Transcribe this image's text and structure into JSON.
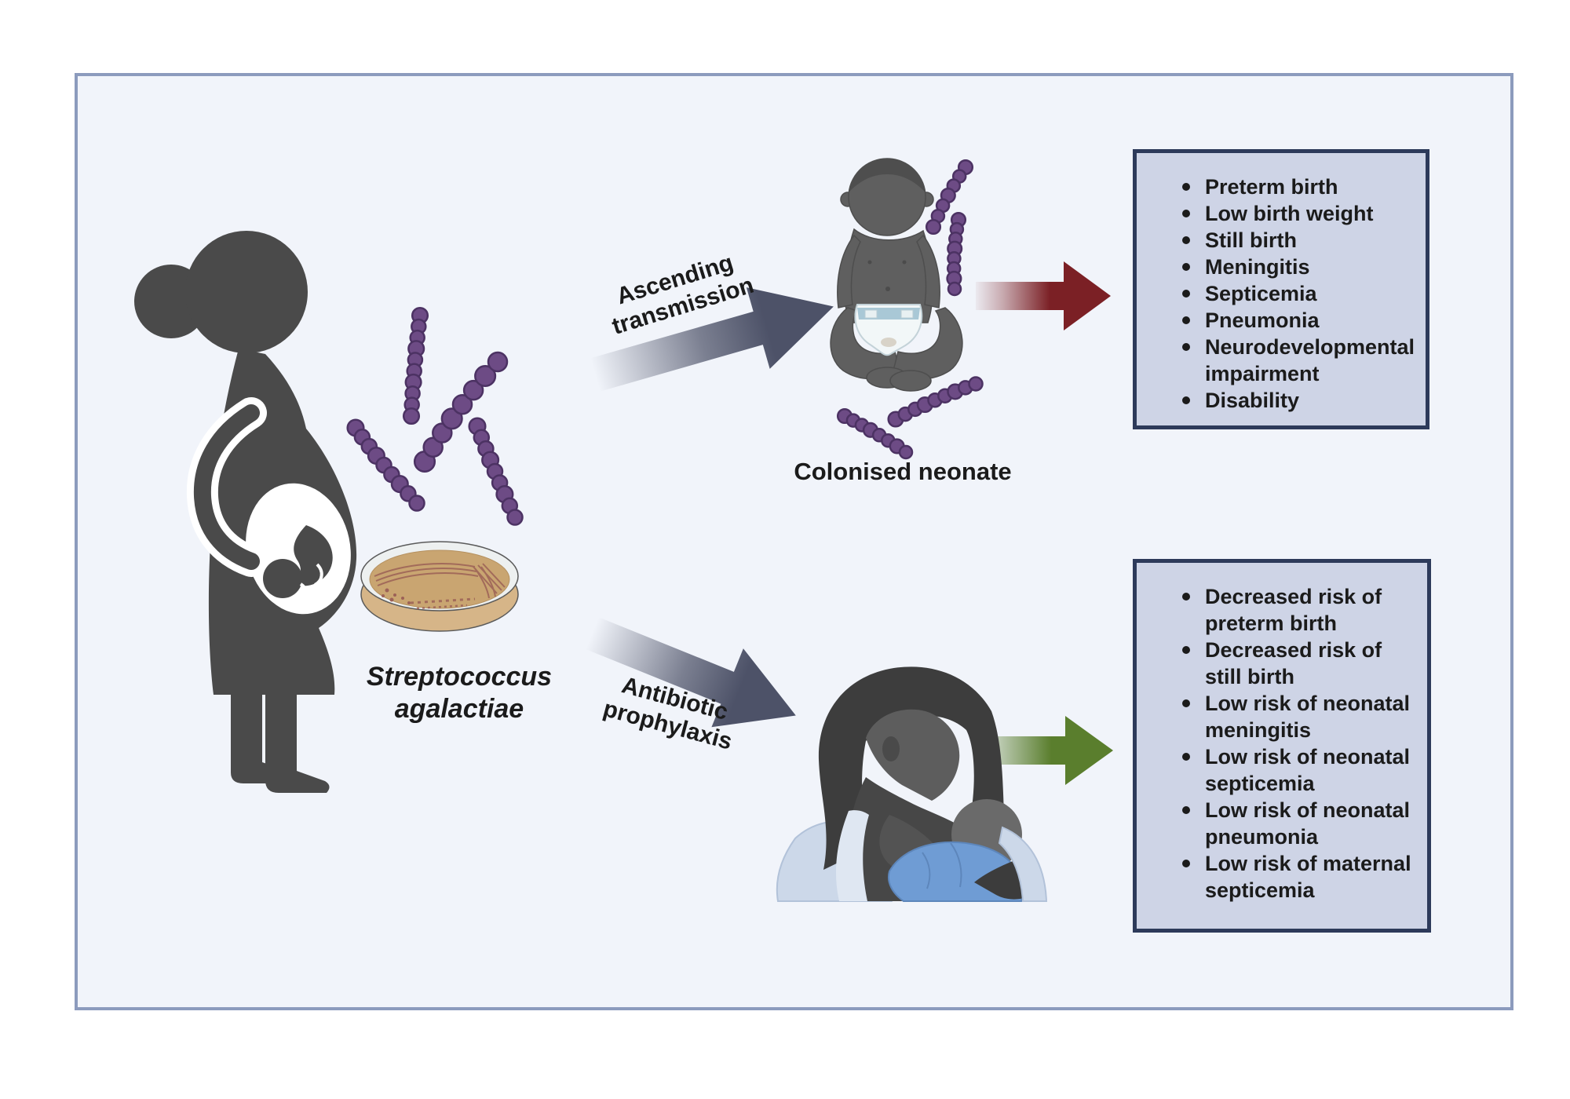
{
  "figure": {
    "source": {
      "organism_label": "Streptococcus agalactiae"
    },
    "top_pathway": {
      "arrow_label": "Ascending transmission",
      "caption": "Colonised neonate",
      "outcomes": [
        "Preterm birth",
        "Low birth weight",
        "Still birth",
        "Meningitis",
        "Septicemia",
        "Pneumonia",
        "Neurodevelopmental impairment",
        "Disability"
      ]
    },
    "bottom_pathway": {
      "arrow_label": "Antibiotic prophylaxis",
      "outcomes": [
        "Decreased risk of preterm birth",
        "Decreased risk of still birth",
        "Low risk of neonatal meningitis",
        "Low risk of neonatal septicemia",
        "Low risk of neonatal pneumonia",
        "Low risk of maternal septicemia"
      ]
    },
    "colors": {
      "frame_border": "#8c9bbd",
      "frame_bg": "#f1f4fa",
      "box_bg": "#ced4e6",
      "box_border": "#2d3a5a",
      "text": "#1b1b1b",
      "adverse_arrow": "#7b2025",
      "protective_arrow": "#5a7e2d",
      "transmission_arrow": "#4d5268",
      "bacteria": "#6d4b85",
      "silhouette": "#4a4a4a"
    },
    "icons": [
      "pregnant-woman-icon",
      "streptococcus-chain-icon",
      "petri-dish-icon",
      "colonised-neonate-icon",
      "breastfeeding-mother-icon",
      "transmission-arrow-icon",
      "adverse-outcome-arrow-icon",
      "protective-outcome-arrow-icon"
    ]
  }
}
